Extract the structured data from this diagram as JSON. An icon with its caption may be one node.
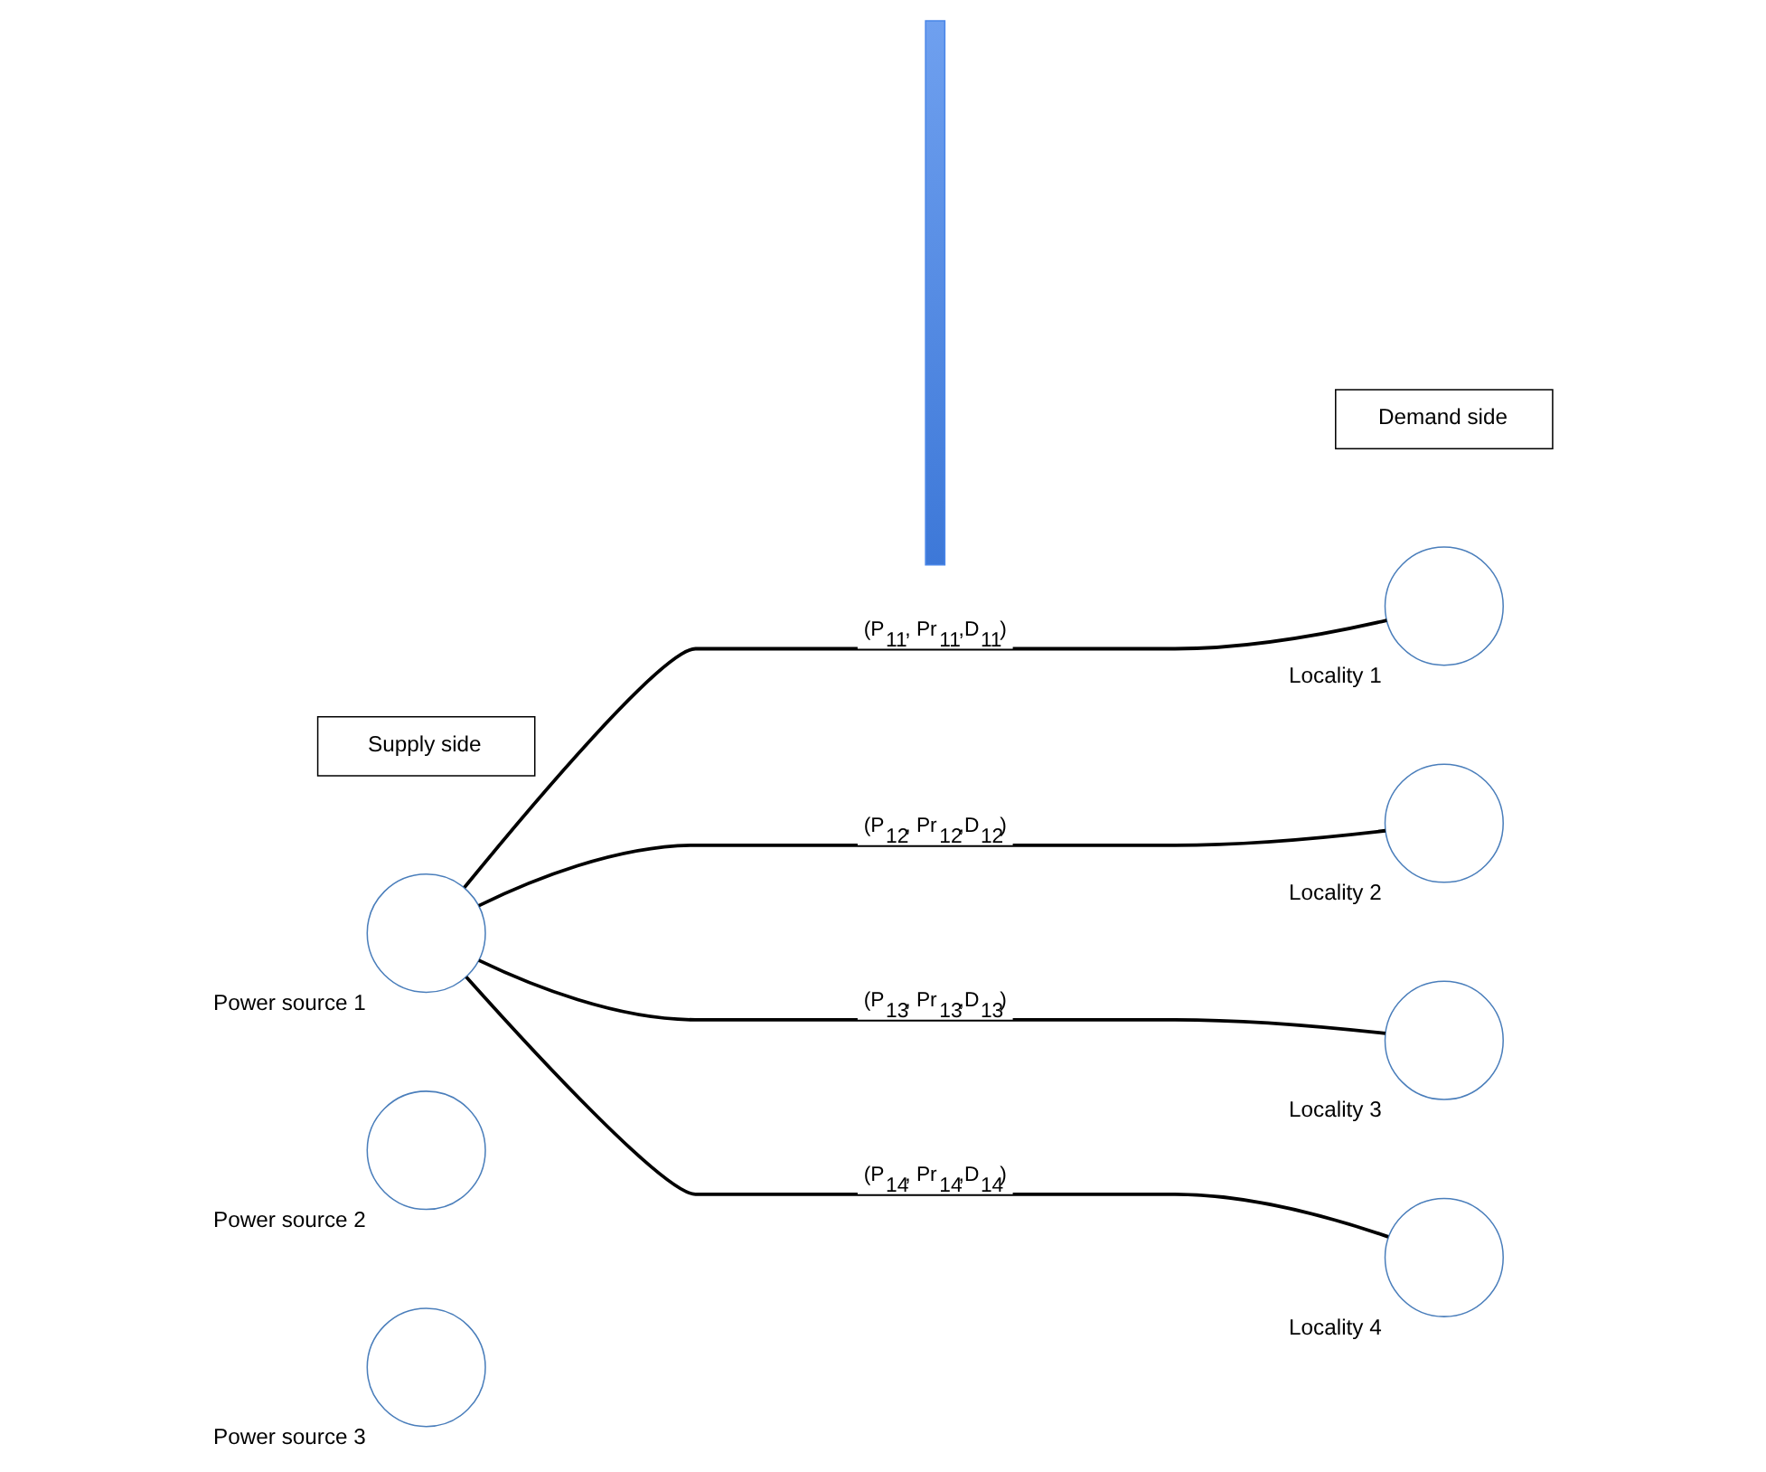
{
  "diagram": {
    "nodes": [
      {
        "text": [
          "Supply side"
        ]
      },
      {
        "text": [
          "Demand side"
        ]
      },
      {
        "text": [],
        "shape": "circle",
        "beside": [
          "Power source 1"
        ]
      },
      {
        "text": [],
        "shape": "bar"
      },
      {
        "text": [],
        "shape": "circle",
        "beside": [
          "Locality 1"
        ]
      },
      {
        "text": [],
        "shape": "circle",
        "beside": [
          "Locality 2"
        ]
      },
      {
        "text": [],
        "shape": "circle",
        "beside": [
          "Power source 2"
        ]
      },
      {
        "text": [],
        "shape": "circle",
        "beside": [
          "Locality 3"
        ]
      },
      {
        "text": [],
        "shape": "circle",
        "beside": [
          "Locality 4"
        ]
      },
      {
        "text": [],
        "shape": "circle",
        "beside": [
          "Power source 3"
        ]
      }
    ],
    "edges": [
      {
        "from": 2,
        "to": 4,
        "arrow": "none",
        "label": "(P$_{11}$, Pr$_{11}$,D$_{11}$)"
      },
      {
        "from": 2,
        "to": 5,
        "arrow": "none",
        "label": "(P$_{12}$, Pr$_{12}$,D$_{12}$)"
      },
      {
        "from": 2,
        "to": 7,
        "arrow": "none",
        "label": "(P$_{13}$, Pr$_{13}$,D$_{13}$)"
      },
      {
        "from": 2,
        "to": 8,
        "arrow": "none",
        "label": "(P$_{14}$, Pr$_{14}$,D$_{14}$)"
      }
    ]
  }
}
